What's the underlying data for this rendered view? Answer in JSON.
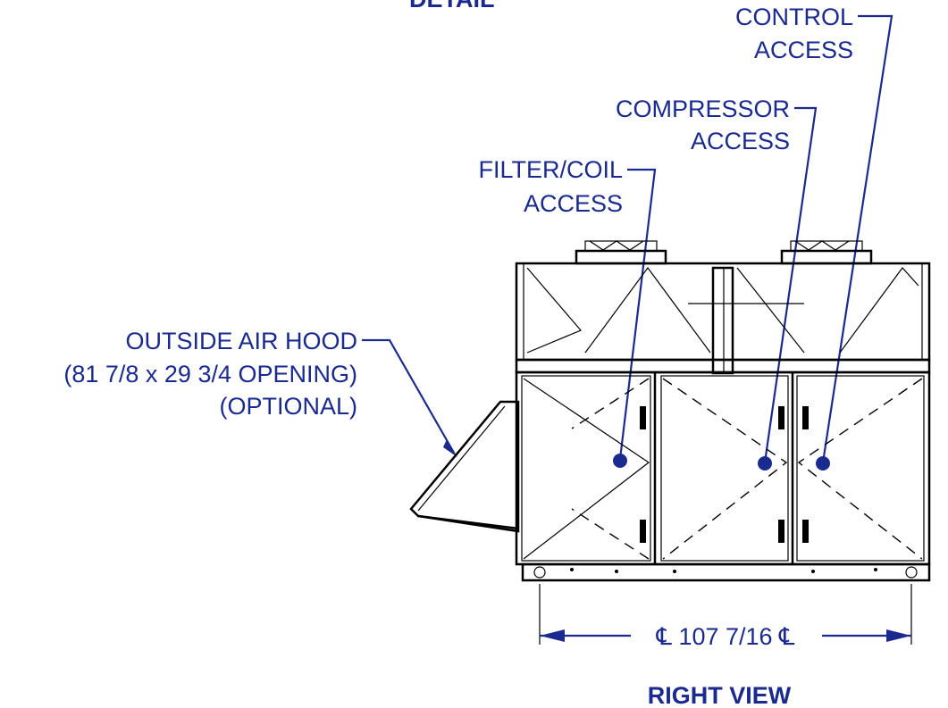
{
  "labels": {
    "detail_top": "DETAIL",
    "control_access_1": "CONTROL",
    "control_access_2": "ACCESS",
    "compressor_access_1": "COMPRESSOR",
    "compressor_access_2": "ACCESS",
    "filter_coil_access_1": "FILTER/COIL",
    "filter_coil_access_2": "ACCESS",
    "outside_air_hood_1": "OUTSIDE AIR HOOD",
    "outside_air_hood_2": "(81 7/8 x 29 3/4 OPENING)",
    "outside_air_hood_3": "(OPTIONAL)",
    "dimension": "℄  107 7/16  ℄",
    "view_title": "RIGHT VIEW"
  },
  "colors": {
    "annotation": "#1a2a8f",
    "linework": "#000000"
  }
}
